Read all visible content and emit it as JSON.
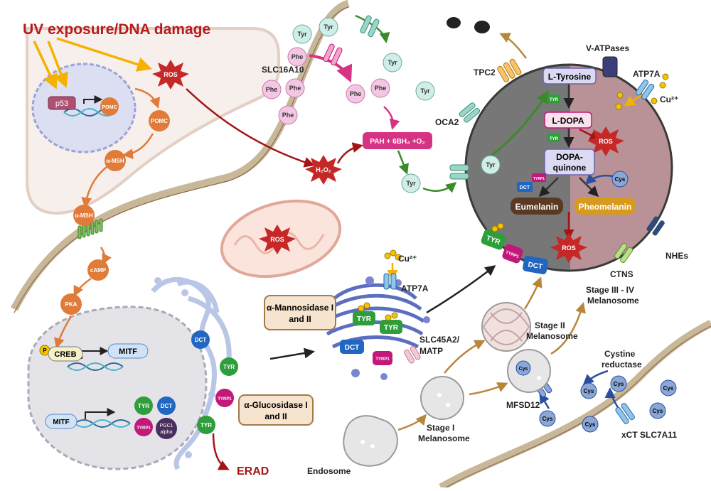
{
  "title": "UV exposure/DNA damage",
  "keratinocyte": {
    "p53": "p53",
    "pomc_gene": "POMC",
    "pomc": "POMC",
    "amsh1": "α-MSH",
    "amsh2": "α-MSH",
    "camp": "cAMP",
    "pka": "PKA",
    "p": "P",
    "creb": "CREB",
    "mitf": "MITF",
    "mitf2": "MITF"
  },
  "ros_labels": {
    "uv": "ROS",
    "h2o2": "H₂O₂",
    "mito": "ROS",
    "quinone": "ROS",
    "stage4": "ROS"
  },
  "transporters": {
    "slc16a10": "SLC16A10",
    "tpc2": "TPC2",
    "oca2": "OCA2",
    "vatpases": "V-ATPases",
    "atp7a_top": "ATP7A",
    "atp7a_golgi": "ATP7A",
    "slc45a2": "SLC45A2/",
    "matp": "MATP",
    "nhes": "NHEs",
    "ctns": "CTNS",
    "mfsd12": "MFSD12",
    "xct": "xCT SLC7A11",
    "cystine_red1": "Cystine",
    "cystine_red2": "reductase"
  },
  "metabolites": {
    "tyr": "Tyr",
    "phe": "Phe",
    "cys": "Cys",
    "cu": "Cu²⁺",
    "pah": "PAH + 6BH₄ +O₂"
  },
  "pathway": {
    "ltyrosine": "L-Tyrosine",
    "ldopa": "L-DOPA",
    "dopaquinone1": "DOPA-",
    "dopaquinone2": "quinone",
    "eumelanin": "Eumelanin",
    "pheomelanin": "Pheomelanin"
  },
  "enzymes": {
    "tyr": "TYR",
    "dct": "DCT",
    "tyrp1": "TYRP1",
    "pgc1_1": "PGC1",
    "pgc1_2": "alpha"
  },
  "er": {
    "mannosidase1": "α-Mannosidase I",
    "mannosidase2": "and II",
    "glucosidase1": "α-Glucosidase I",
    "glucosidase2": "and II",
    "erad": "ERAD"
  },
  "stages": {
    "endosome": "Endosome",
    "stage1a": "Stage I",
    "stage1b": "Melanosome",
    "stage2a": "Stage II",
    "stage2b": "Melanosome",
    "stage34a": "Stage III - IV",
    "stage34b": "Melanosome"
  },
  "colors": {
    "ros": "#c62828",
    "title": "#b71c1c",
    "uv_arrow": "#f5b100",
    "pomc": "#e07b39",
    "tyr": "#2e9e3a",
    "dct": "#2166c0",
    "tyrp1": "#c2187a",
    "melanosome_dark": "#7a7a7a",
    "melanosome_pink": "#b89297",
    "eumelanin": "#5a3a24",
    "pheomelanin": "#d79a1c",
    "phe": "#f3c6e3",
    "cys": "#8aa7d6",
    "tyr_circle": "#cfeee8"
  }
}
